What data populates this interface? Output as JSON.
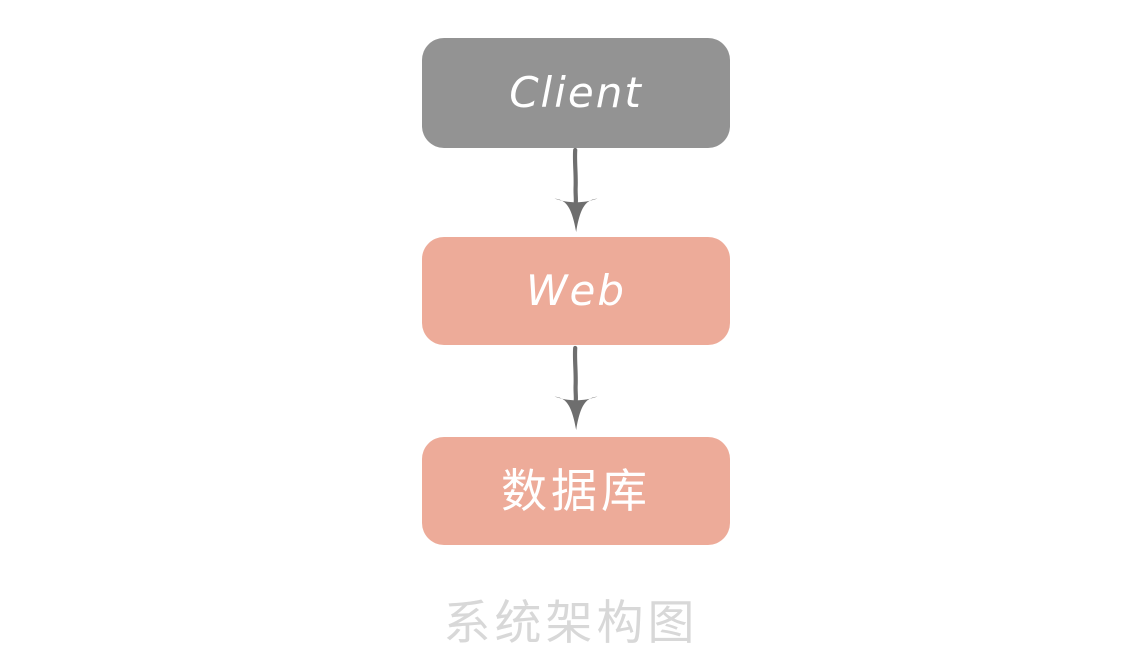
{
  "diagram": {
    "type": "flowchart",
    "direction": "top-to-bottom",
    "background_color": "#ffffff",
    "caption": "系统架构图",
    "caption_color": "#d8d8d8",
    "nodes": [
      {
        "id": "client",
        "label": "Client",
        "fill": "#939393",
        "text_color": "#ffffff",
        "shape": "rounded-rectangle"
      },
      {
        "id": "web",
        "label": "Web",
        "fill": "#edab99",
        "text_color": "#ffffff",
        "shape": "rounded-rectangle"
      },
      {
        "id": "database",
        "label": "数据库",
        "fill": "#edab99",
        "text_color": "#ffffff",
        "shape": "rounded-rectangle"
      }
    ],
    "edges": [
      {
        "id": "client-web",
        "from": "client",
        "to": "web",
        "label": "",
        "color": "#6e6e6e",
        "style": "solid-arrow"
      },
      {
        "id": "web-database",
        "from": "web",
        "to": "database",
        "label": "",
        "color": "#6e6e6e",
        "style": "solid-arrow"
      }
    ]
  }
}
